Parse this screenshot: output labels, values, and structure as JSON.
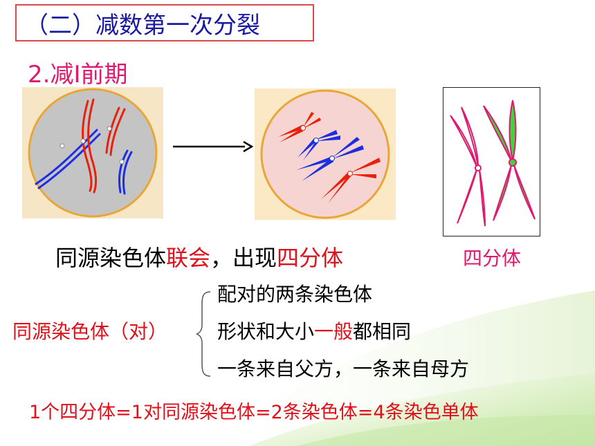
{
  "header": {
    "title": "（二）减数第一次分裂"
  },
  "section": {
    "label": "2.减Ⅰ前期"
  },
  "figures": {
    "tetrad_caption": "四分体"
  },
  "caption": {
    "part1": "同源染色体",
    "part2": "联会",
    "part3": "，出现",
    "part4": "四分体"
  },
  "homolog": {
    "label": "同源染色体（对）",
    "points": {
      "p1": "配对的两条染色体",
      "p2_a": "形状和大小",
      "p2_b": "一般",
      "p2_c": "都相同",
      "p3": "一条来自父方，一条来自母方"
    }
  },
  "formula": {
    "text": "1个四分体=1对同源染色体=2条染色体=4条染色单体"
  },
  "colors": {
    "title": "#1a1aa0",
    "accent_pink": "#e0186e",
    "accent_red": "#e0101a",
    "chromosome_blue": "#1c2ee0",
    "chromosome_red": "#e8200c",
    "tetrad_green": "#3ed43e"
  }
}
